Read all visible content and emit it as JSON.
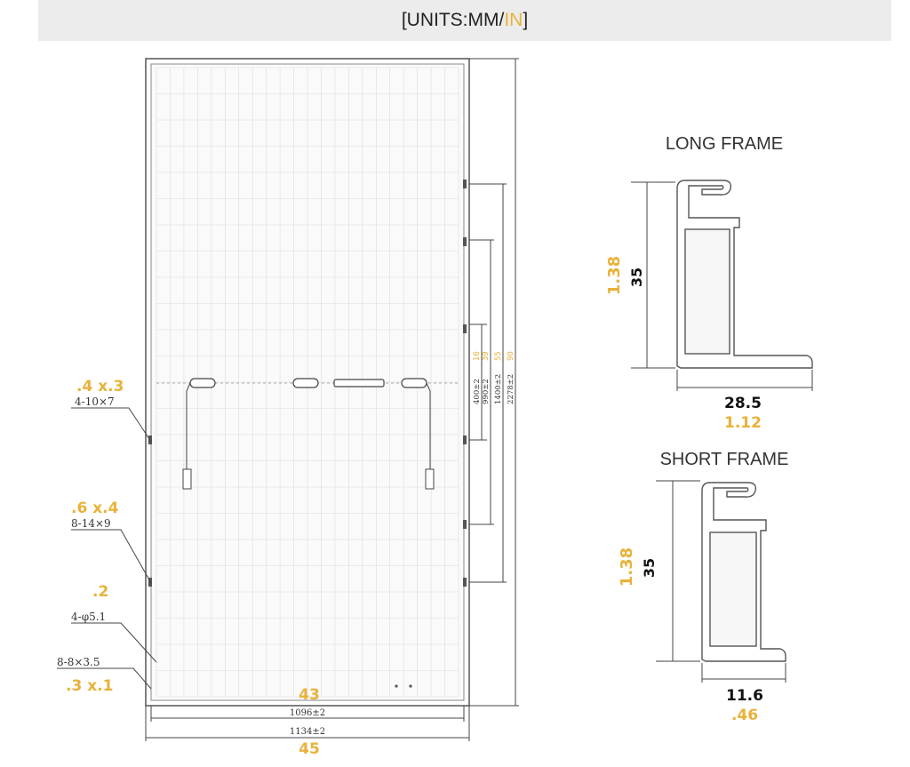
{
  "header": {
    "open": "[UNITS: ",
    "mm": "MM",
    "sep": "/",
    "in": "IN",
    "close": "]"
  },
  "colors": {
    "accent": "#e8b23a",
    "line": "#555555",
    "panel_grid": "#dcdcdc"
  },
  "panel": {
    "hole_labels": [
      {
        "inch": ".4 x.3",
        "mm": "4-10×7"
      },
      {
        "inch": ".6 x.4",
        "mm": "8-14×9"
      },
      {
        "inch": ".2",
        "mm": "4-φ5.1"
      },
      {
        "inch": ".3 x.1",
        "mm": "8-8×3.5"
      }
    ],
    "width_inner_mm": "1096±2",
    "width_outer_mm": "1134±2",
    "width_inner_in": "43",
    "width_outer_in": "45",
    "vertical_dims": [
      {
        "mm": "400±2",
        "in": "16"
      },
      {
        "mm": "990±2",
        "in": "39"
      },
      {
        "mm": "1400±2",
        "in": "55"
      },
      {
        "mm": "2278±2",
        "in": "90"
      }
    ]
  },
  "long_frame": {
    "title": "LONG FRAME",
    "height_mm": "35",
    "height_in": "1.38",
    "width_mm": "28.5",
    "width_in": "1.12"
  },
  "short_frame": {
    "title": "SHORT FRAME",
    "height_mm": "35",
    "height_in": "1.38",
    "width_mm": "11.6",
    "width_in": ".46"
  }
}
